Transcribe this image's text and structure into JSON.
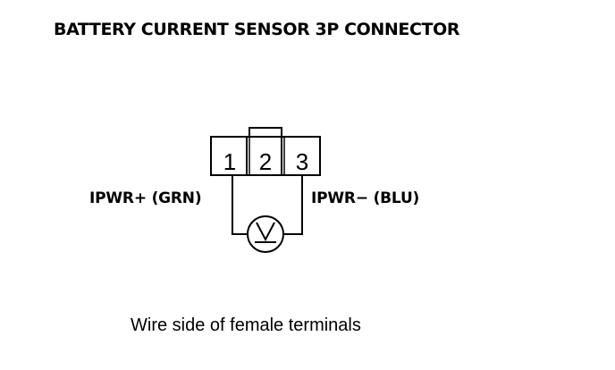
{
  "title": "BATTERY CURRENT SENSOR 3P CONNECTOR",
  "connector": {
    "pins": [
      "1",
      "2",
      "3"
    ]
  },
  "meter_symbol": "V",
  "labels": {
    "left": "IPWR+ (GRN)",
    "right": "IPWR− (BLU)"
  },
  "caption": "Wire side of female terminals"
}
